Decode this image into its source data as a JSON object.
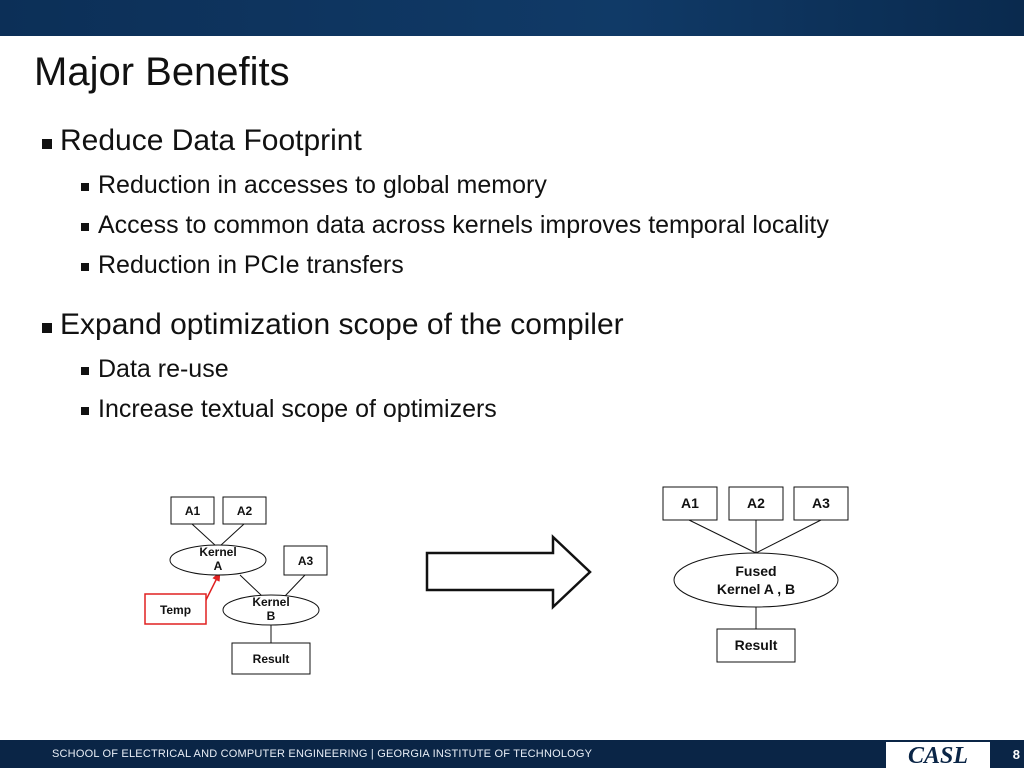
{
  "slide": {
    "title": "Major Benefits",
    "bullets": [
      {
        "text": "Reduce Data Footprint",
        "sub": [
          "Reduction in accesses to global memory",
          "Access to common data across kernels improves temporal locality",
          "Reduction in PCIe transfers"
        ]
      },
      {
        "text": "Expand optimization scope of the compiler",
        "sub": [
          "Data re-use",
          "Increase textual scope of optimizers"
        ]
      }
    ]
  },
  "diagram_left": {
    "a1": "A1",
    "a2": "A2",
    "a3": "A3",
    "kernel_a": [
      "Kernel",
      "A"
    ],
    "kernel_b": [
      "Kernel",
      "B"
    ],
    "temp": "Temp",
    "result": "Result",
    "temp_color": "#e02020"
  },
  "diagram_right": {
    "a1": "A1",
    "a2": "A2",
    "a3": "A3",
    "fused": [
      "Fused",
      "Kernel A , B"
    ],
    "result": "Result"
  },
  "footer": {
    "text": "SCHOOL OF ELECTRICAL AND COMPUTER ENGINEERING | GEORGIA INSTITUTE OF TECHNOLOGY",
    "logo": "CASL",
    "page": "8"
  },
  "colors": {
    "header_bar": "#103a67",
    "footer_bar": "#0a2546",
    "accent_red": "#e02020"
  }
}
